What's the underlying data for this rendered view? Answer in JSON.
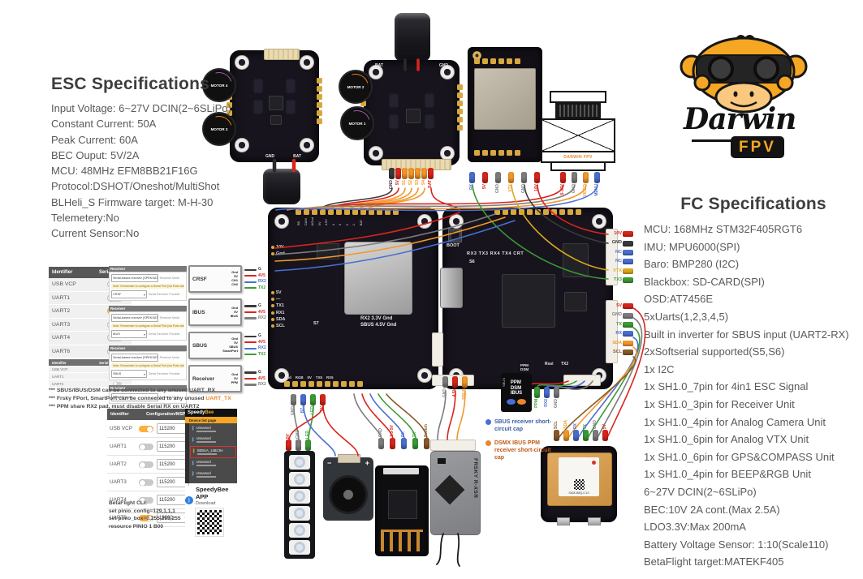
{
  "palette": {
    "accent_orange": "#F5A623",
    "toggle_on": "#FFB03A",
    "wire_red": "#D9251C",
    "wire_orange": "#F2982B",
    "wire_blue": "#4A6FD1",
    "wire_green": "#3C9B35",
    "wire_gray": "#7D7D7D",
    "wire_brown": "#8A5A2A",
    "wire_yellow": "#D9A91F",
    "pcb": "#17141D"
  },
  "esc_specs": {
    "title": "ESC Specifications",
    "lines": [
      "Input Voltage: 6~27V DCIN(2~6SLiPo)",
      "Constant Current: 50A",
      "Peak Current: 60A",
      "BEC Ouput: 5V/2A",
      "MCU: 48MHz EFM8BB21F16G",
      "Protocol:DSHOT/Oneshot/MultiShot",
      "BLHeli_S Firmware target:  M-H-30",
      "Telemetery:No",
      "Current Sensor:No"
    ]
  },
  "fc_specs": {
    "title": "FC Specifications",
    "lines": [
      "MCU: 168MHz STM32F405RGT6",
      "IMU: MPU6000(SPI)",
      "Baro: BMP280 (I2C)",
      "Blackbox: SD-CARD(SPI)",
      "OSD:AT7456E",
      "5xUarts(1,2,3,4,5)",
      "Built in inverter for SBUS input (UART2-RX)",
      "2xSoftserial supported(S5,S6)",
      "1x I2C",
      "1x SH1.0_7pin for 4in1 ESC Signal",
      "1x SH1.0_3pin for Receiver Unit",
      "1x SH1.0_4pin for Analog Camera Unit",
      "1x SH1.0_6pin for Analog VTX Unit",
      "1x SH1.0_6pin for GPS&COMPASS Unit",
      "1x SH1.0_4pin for BEEP&RGB Unit",
      "6~27V DCIN(2~6SLiPo)",
      "BEC:10V 2A cont.(Max 2.5A)",
      "LDO3.3V:Max 200mA",
      "Battery Voltage Sensor: 1:10(Scale110)",
      "BetaFlight target:MATEKF405"
    ]
  },
  "logo": {
    "brand": "Darwin",
    "sub": "FPV"
  },
  "motors": {
    "m4": "MOTOR 4",
    "m3": "MOTOR 3",
    "m2": "MOTOR 2",
    "m1": "MOTOR 1"
  },
  "esc1": {
    "gnd": "GND",
    "bat": "BAT"
  },
  "esc2": {
    "bat": "BAT",
    "gnd": "GND",
    "caps": [
      {
        "label": "GND",
        "color": "black"
      },
      {
        "label": "5V",
        "color": "red"
      },
      {
        "label": "S1",
        "color": "orange"
      },
      {
        "label": "S2",
        "color": "orange"
      },
      {
        "label": "S3",
        "color": "orange"
      },
      {
        "label": "S4",
        "color": "orange"
      },
      {
        "label": "BAT",
        "color": "red"
      }
    ]
  },
  "vtx": {
    "caps": [
      {
        "label": "RX",
        "color": "blue"
      },
      {
        "label": "5V",
        "color": "red"
      },
      {
        "label": "GND",
        "color": "gray"
      },
      {
        "label": "VTX",
        "color": "orange"
      },
      {
        "label": "GND",
        "color": "gray"
      },
      {
        "label": "10V",
        "color": "red"
      }
    ]
  },
  "camera": {
    "brand": "DARWIN FPV",
    "caps": [
      {
        "label": "5-36V",
        "color": "red"
      },
      {
        "label": "GND",
        "color": "gray"
      },
      {
        "label": "VIDEO",
        "color": "orange"
      },
      {
        "label": "MENU",
        "color": "blue"
      }
    ]
  },
  "fc_left": {
    "top_pads": [
      "SB",
      "CAM",
      "AGnd",
      "5V",
      "4.5V",
      "4",
      "3",
      "2",
      "1",
      "BAT"
    ],
    "edge_pads": [
      "10V",
      "Gnd"
    ],
    "left_pads": [
      "5V",
      "—",
      "TX1",
      "RX1",
      "SDA",
      "SCL"
    ],
    "s7": "S7",
    "silk1": "RX2  3.3V Gnd",
    "silk2": "SBUS 4.5V Gnd",
    "bottom_pads": [
      "Gnd",
      "RGB",
      "5V",
      "TX5",
      "RX5"
    ],
    "beeprgb_caps": [
      {
        "label": "GND",
        "color": "gray"
      },
      {
        "label": "BZ-",
        "color": "blue"
      },
      {
        "label": "LED",
        "color": "green"
      },
      {
        "label": "5V",
        "color": "red"
      }
    ]
  },
  "fc_right": {
    "boot": "BOOT",
    "pads_row": "RX3 TX3 RX4 TX4 CRT",
    "s6": "S6",
    "silk_ppm": [
      "PPM",
      "DSM",
      "IBUS"
    ],
    "rssi": "Rssi",
    "tx2": "TX2",
    "vtx_caps": [
      {
        "label": "10V",
        "color": "red"
      },
      {
        "label": "GND",
        "color": "black"
      },
      {
        "label": "NC",
        "color": "blue"
      },
      {
        "label": "NC",
        "color": "blue"
      },
      {
        "label": "VTX",
        "color": "yellow"
      },
      {
        "label": "TX3",
        "color": "green"
      }
    ],
    "gps_caps": [
      {
        "label": "5V",
        "color": "red"
      },
      {
        "label": "GND",
        "color": "gray"
      },
      {
        "label": "TX",
        "color": "green"
      },
      {
        "label": "RX",
        "color": "blue"
      },
      {
        "label": "SDA",
        "color": "orange"
      },
      {
        "label": "SCL",
        "color": "brown"
      }
    ],
    "rx_caps": [
      {
        "label": "GND",
        "color": "gray"
      },
      {
        "label": "4.5V",
        "color": "red"
      },
      {
        "label": "SBUS",
        "color": "orange"
      }
    ],
    "ppm_caps": [
      {
        "label": "5V",
        "color": "red"
      },
      {
        "label": "PPM",
        "color": "green"
      },
      {
        "label": "RX2",
        "color": "blue"
      },
      {
        "label": "GND",
        "color": "gray"
      }
    ]
  },
  "gps": {
    "sticker": "SAM-M8Q-0-10",
    "caps": [
      {
        "label": "SCL",
        "color": "brown"
      },
      {
        "label": "SDA",
        "color": "orange"
      },
      {
        "label": "RX",
        "color": "blue"
      },
      {
        "label": "TX",
        "color": "green"
      },
      {
        "label": "GND",
        "color": "gray"
      },
      {
        "label": "5V",
        "color": "red"
      }
    ]
  },
  "rxsr": {
    "label": "FRSKY R-XSR"
  },
  "led_strip": {
    "caps": [
      {
        "label": "5V",
        "color": "red"
      },
      {
        "label": "GND",
        "color": "gray"
      },
      {
        "label": "LED",
        "color": "green"
      }
    ]
  },
  "buzzer": {
    "minus": "−",
    "plus": "+"
  },
  "bt_module": {
    "caps": [
      {
        "label": "GND",
        "color": "gray"
      },
      {
        "label": "3.3-5V",
        "color": "red"
      },
      {
        "label": "RX",
        "color": "blue"
      },
      {
        "label": "TX",
        "color": "green"
      },
      {
        "label": "Switch",
        "color": "brown"
      }
    ]
  },
  "cap_chip": {
    "lines": [
      "PPM",
      "DSM",
      "IBUS"
    ],
    "side": "SBUS"
  },
  "cap_legend": [
    {
      "color": "blue",
      "text": "SBUS receiver short-circuit cap"
    },
    {
      "color": "orange",
      "text": "DSMX IBUS PPM receiver short-circuit cap"
    }
  ],
  "serial_table": {
    "col1": "Identifier",
    "col2": "Serial Rx",
    "rows": [
      {
        "id": "USB VCP",
        "on": false
      },
      {
        "id": "UART1",
        "on": false
      },
      {
        "id": "UART2",
        "on": true
      },
      {
        "id": "UART3",
        "on": false
      },
      {
        "id": "UART4",
        "on": false
      },
      {
        "id": "UART6",
        "on": false
      }
    ]
  },
  "mini_table": {
    "col1": "Identifier",
    "col2": "Serial Rx",
    "rows": [
      {
        "id": "USB VCP",
        "on": false
      },
      {
        "id": "UART1",
        "on": false
      },
      {
        "id": "UART2",
        "on": false
      }
    ]
  },
  "receiver_boxes": [
    {
      "header": "Receiver",
      "mode": "Serial-based receiver (SPEKSAT,",
      "mode_label": "Receiver Mode",
      "note": "Note: Remember to configure a Serial Port (via Ports tab) and cho...",
      "provider": "CRSF",
      "provider_label": "Serial Receiver Provider"
    },
    {
      "header": "Receiver",
      "mode": "Serial-based receiver (SPEKSAT,",
      "mode_label": "Receiver Mode",
      "note": "Note: Remember to configure a Serial Port (via Ports tab) and cho...",
      "provider": "IBUS",
      "provider_label": "Serial Receiver Provider"
    },
    {
      "header": "Receiver",
      "mode": "Serial-based receiver (SPEKSAT,",
      "mode_label": "Receiver Mode",
      "note": "Note: Remember to configure a Serial Port (via Ports tab) and cho...",
      "provider": "SBUS",
      "provider_label": "Serial Receiver Provider"
    }
  ],
  "ppm_box": {
    "header": "Receiver",
    "mode": "PPM RX input",
    "mode_label": "Receiver Mode"
  },
  "rx_connectors": [
    {
      "name": "CRSF",
      "pins": [
        "Gnd",
        "5V",
        "CH1",
        "CH2"
      ],
      "wires": [
        {
          "label": "G",
          "color": "black"
        },
        {
          "label": "4V5",
          "color": "red"
        },
        {
          "label": "RX2",
          "color": "blue"
        },
        {
          "label": "TX2",
          "color": "green"
        }
      ]
    },
    {
      "name": "IBUS",
      "pins": [
        "Gnd",
        "5V",
        "IBUS"
      ],
      "wires": [
        {
          "label": "G",
          "color": "black"
        },
        {
          "label": "4V5",
          "color": "red"
        },
        {
          "label": "RX2",
          "color": "gray"
        }
      ]
    },
    {
      "name": "SBUS",
      "pins": [
        "Gnd",
        "5V",
        "SBUS",
        "SmartPort"
      ],
      "wires": [
        {
          "label": "G",
          "color": "black"
        },
        {
          "label": "4V5",
          "color": "red"
        },
        {
          "label": "RX2",
          "color": "blue"
        },
        {
          "label": "TX2",
          "color": "green"
        }
      ]
    },
    {
      "name": "Receiver",
      "pins": [
        "Gnd",
        "5V",
        "PPM"
      ],
      "wires": [
        {
          "label": "G",
          "color": "black"
        },
        {
          "label": "4V5",
          "color": "red"
        },
        {
          "label": "RX2",
          "color": "gray"
        }
      ]
    }
  ],
  "notes": [
    {
      "pre": "*** SBUS/IBUS/DSM can be connected to any unused UART_RX",
      "hl": ""
    },
    {
      "pre": "*** Frsky FPort, SmartPort can be connected to any unused ",
      "hl": "UART_TX"
    },
    {
      "pre": "*** PPM share RX2 pad, must disable Serial RX on UART2",
      "hl": ""
    }
  ],
  "msp_table": {
    "col1": "Identifier",
    "col2": "Configuration/MSP",
    "rows": [
      {
        "id": "USB VCP",
        "on": true,
        "baud": "115200"
      },
      {
        "id": "UART1",
        "on": false,
        "baud": "115200"
      },
      {
        "id": "UART2",
        "on": false,
        "baud": "115200"
      },
      {
        "id": "UART3",
        "on": false,
        "baud": "115200"
      },
      {
        "id": "UART4",
        "on": false,
        "baud": "115200"
      },
      {
        "id": "UART5",
        "on": true,
        "baud": "19200"
      }
    ]
  },
  "cli": {
    "lines": [
      "BetaFlight CLI:",
      "set pinio_config=129,1,1,1",
      "set pinio_box=0,255,255,255",
      "resource PINIO 1 B00"
    ]
  },
  "speedybee": {
    "logo_a": "Speedy",
    "logo_b": "Bee",
    "banner": "Device list page",
    "devices": [
      {
        "name": "Unnamed",
        "hl": false
      },
      {
        "name": "Unnamed",
        "hl": false
      },
      {
        "name": "SBBUA_14BC8A",
        "hl": true
      },
      {
        "name": "Unnamed",
        "hl": false
      },
      {
        "name": "Unnamed",
        "hl": false
      }
    ],
    "app_title": "SpeedyBee APP",
    "download": "Download",
    "bt_icon": "ᛒ"
  }
}
